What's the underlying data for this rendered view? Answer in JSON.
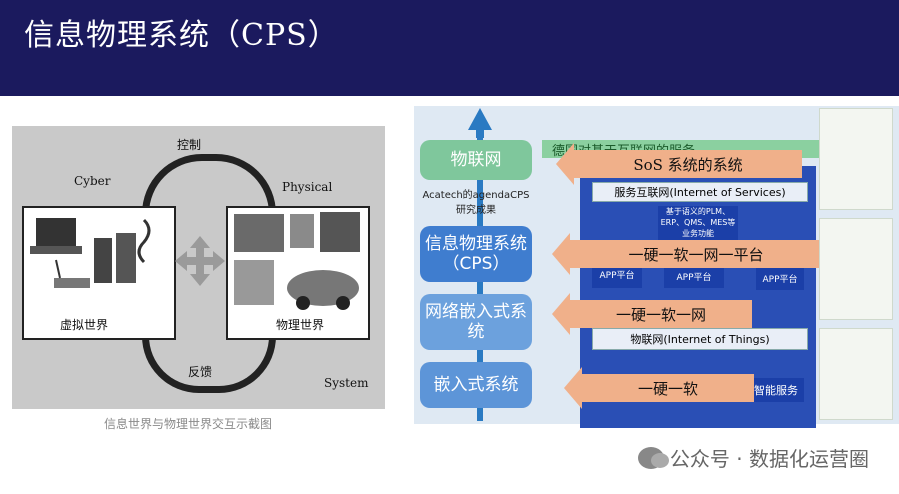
{
  "slide": {
    "title": "信息物理系统（CPS）"
  },
  "left_figure": {
    "cyber": "Cyber",
    "physical": "Physical",
    "control": "控制",
    "feedback": "反馈",
    "virtual_world": "虚拟世界",
    "physical_world": "物理世界",
    "system": "System",
    "caption": "信息世界与物理世界交互示截图"
  },
  "right_figure": {
    "layers": [
      "物联网",
      "信息物理系统（CPS）",
      "网络嵌入式系统",
      "嵌入式系统"
    ],
    "acatech": "Acatech的agendaCPS研究成果",
    "banner": "德国对基于互联网的服务",
    "services_bar": "服务互联网(Internet of Services)",
    "things_bar": "物联网(Internet of Things)",
    "app_platform": "APP平台",
    "center_text": "基于语义的PLM、ERP、QMS、MES等业务功能",
    "smart_service": "智能服务",
    "callouts": [
      "SoS 系统的系统",
      "一硬一软一网一平台",
      "一硬一软一网",
      "一硬一软"
    ]
  },
  "watermark": {
    "text": "公众号 · 数据化运营圈"
  },
  "colors": {
    "slide_bg": "#1b1a5e",
    "layer_green": "#7fc79c",
    "layer_blue": "#3f7dcf",
    "callout": "#f0b08a",
    "app_blue": "#1b3fa8"
  }
}
